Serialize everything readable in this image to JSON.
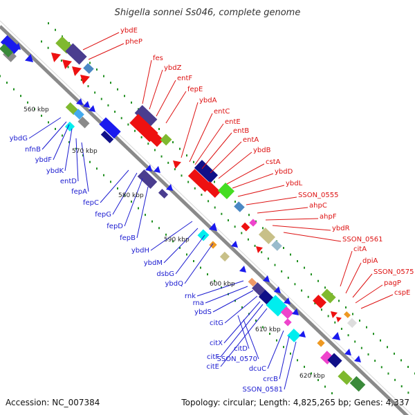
{
  "title": "Shigella sonnei Ss046, complete genome",
  "footer": {
    "accession": "Accession: NC_007384",
    "summary": "Topology: circular; Length: 4,825,265 bp; Genes: 4,337"
  },
  "colors": {
    "forward_label": "#dd1111",
    "reverse_label": "#1a1ad0",
    "forward_gene": "#ee1111",
    "reverse_gene": "#1a1aee",
    "backbone": "#8a8a8a",
    "tick_dots": "#1f8f1f"
  },
  "ticks": [
    "560 kbp",
    "570 kbp",
    "580 kbp",
    "590 kbp",
    "600 kbp",
    "610 kbp",
    "620 kbp"
  ],
  "forward_labels": [
    "ybdE",
    "pheP",
    "fes",
    "ybdZ",
    "entF",
    "fepE",
    "ybdA",
    "entC",
    "entE",
    "entB",
    "entA",
    "ybdB",
    "cstA",
    "ybdD",
    "ybdL",
    "SSON_0555",
    "ahpC",
    "ahpF",
    "ybdR",
    "SSON_0561",
    "citA",
    "dpiA",
    "SSON_0575",
    "pagP",
    "cspE"
  ],
  "reverse_labels": [
    "ybdG",
    "nfnB",
    "ybdF",
    "ybdK",
    "entD",
    "fepA",
    "fepC",
    "fepG",
    "fepD",
    "fepB",
    "ybdH",
    "ybdM",
    "dsbG",
    "ybdQ",
    "rnk",
    "rna",
    "ybdS",
    "citG",
    "citX",
    "citF",
    "citE",
    "citD",
    "SSON_0570",
    "dcuC",
    "crcB",
    "SSON_0581"
  ]
}
